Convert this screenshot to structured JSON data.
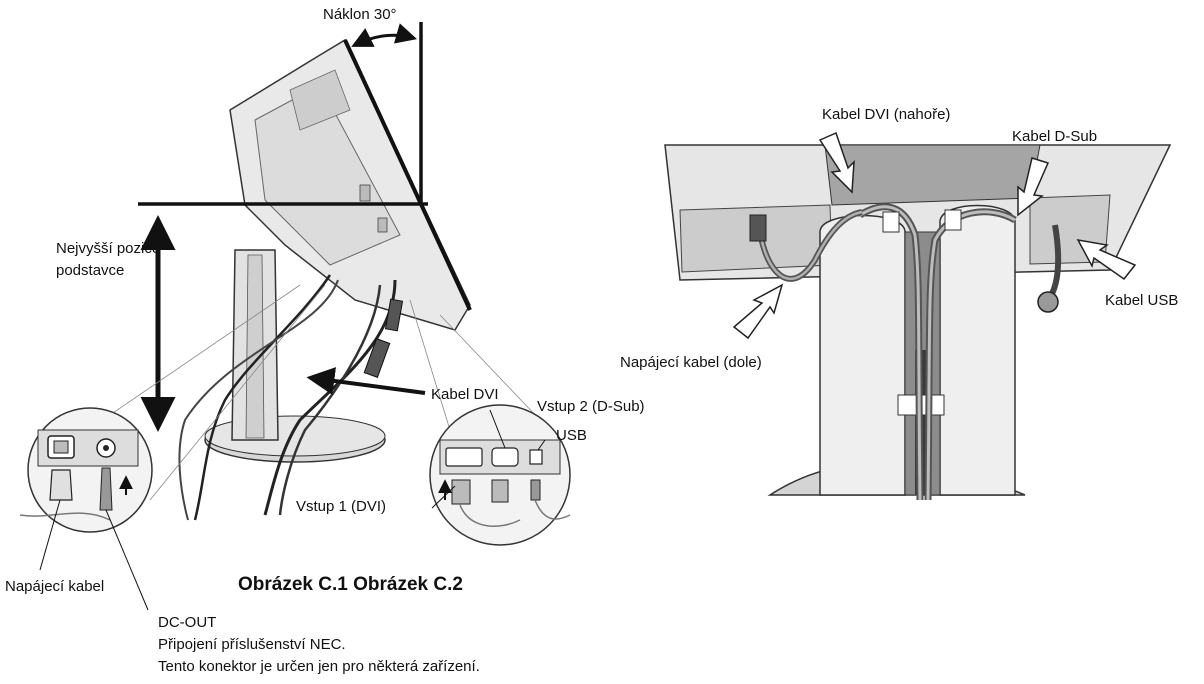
{
  "figure1": {
    "tilt_label": "Náklon 30°",
    "max_height_label": "Nejvyšší pozice podstavce",
    "dvi_cable_label": "Kabel DVI",
    "input2_label": "Vstup 2 (D-Sub)",
    "usb_label": "USB",
    "input1_label": "Vstup 1 (DVI)",
    "power_cable_label": "Napájecí kabel",
    "dc_out_label": "DC-OUT",
    "dc_out_note1": "Připojení příslušenství NEC.",
    "dc_out_note2": "Tento konektor je určen jen pro některá zařízení."
  },
  "caption": "Obrázek C.1 Obrázek C.2",
  "figure2": {
    "dvi_top_label": "Kabel DVI (nahoře)",
    "dsub_label": "Kabel D-Sub",
    "usb_cable_label": "Kabel USB",
    "power_bottom_label": "Napájecí kabel (dole)"
  },
  "colors": {
    "line": "#111111",
    "fill_light": "#e8e8e8",
    "fill_mid": "#c8c8c8",
    "fill_dark": "#8c8c8c"
  }
}
